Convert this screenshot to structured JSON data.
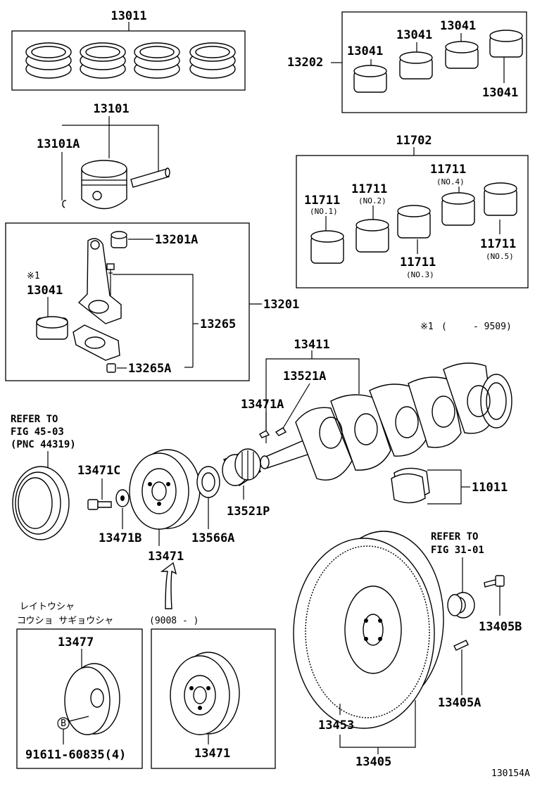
{
  "labels": {
    "p13011": "13011",
    "p13101": "13101",
    "p13101A": "13101A",
    "p13202": "13202",
    "p13041_a": "13041",
    "p13041_b": "13041",
    "p13041_c": "13041",
    "p13041_d": "13041",
    "p11702": "11702",
    "p11711_1": "11711",
    "p11711_2": "11711",
    "p11711_3": "11711",
    "p11711_4": "11711",
    "p11711_5": "11711",
    "no1": "(NO.1)",
    "no2": "(NO.2)",
    "no3": "(NO.3)",
    "no4": "(NO.4)",
    "no5": "(NO.5)",
    "p13201A": "13201A",
    "mark1": "※1",
    "p13041_rod": "13041",
    "p13201": "13201",
    "p13265": "13265",
    "p13265A": "13265A",
    "footnote_mark": "※1",
    "footnote_open": "(",
    "footnote_range": "- 9509)",
    "p13411": "13411",
    "p13521A": "13521A",
    "p13471A": "13471A",
    "refer1_line1": "REFER TO",
    "refer1_line2": "FIG 45-03",
    "refer1_line3": "(PNC 44319)",
    "p13471C": "13471C",
    "p11011": "11011",
    "p13521P": "13521P",
    "p13471B": "13471B",
    "p13566A": "13566A",
    "p13471": "13471",
    "refer2_line1": "REFER TO",
    "refer2_line2": "FIG 31-01",
    "jp_line1": "レイトウシャ",
    "jp_line2": "コウショ サギョウシャ",
    "date_note": "(9008 -        )",
    "p13477": "13477",
    "circle_b": "B",
    "p91611": "91611-60835(4)",
    "p13471_alt": "13471",
    "p13405B": "13405B",
    "p13405A": "13405A",
    "p13453": "13453",
    "p13405": "13405",
    "diagram_id": "130154A"
  }
}
